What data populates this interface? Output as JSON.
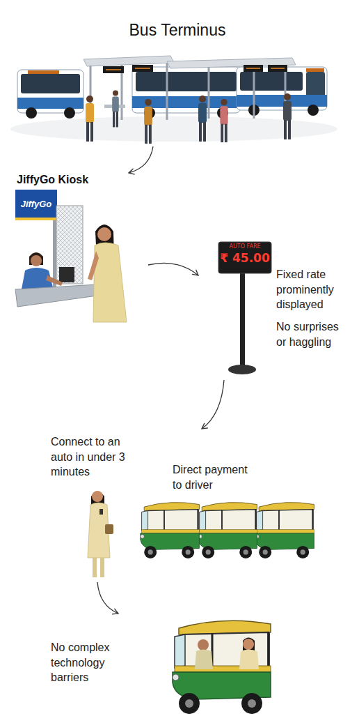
{
  "diagram": {
    "nodes": [
      {
        "text": [
          "Bus Terminus"
        ]
      },
      {
        "text": [
          "JiffyGo Kiosk",
          "JiffyGo"
        ]
      },
      {
        "text": [
          "AUTO FARE",
          "₹ 45.00",
          "Fixed rate prominently displayed",
          "No surprises or haggling"
        ]
      },
      {
        "text": [
          "Connect to an auto in under 3 minutes",
          "Direct payment to driver"
        ]
      },
      {
        "text": [
          "No complex technology barriers"
        ]
      }
    ],
    "edges": [
      {
        "from": 0,
        "to": 1,
        "arrow": "to"
      },
      {
        "from": 1,
        "to": 2,
        "arrow": "to"
      },
      {
        "from": 2,
        "to": 3,
        "arrow": "to"
      },
      {
        "from": 3,
        "to": 4,
        "arrow": "to"
      }
    ]
  }
}
